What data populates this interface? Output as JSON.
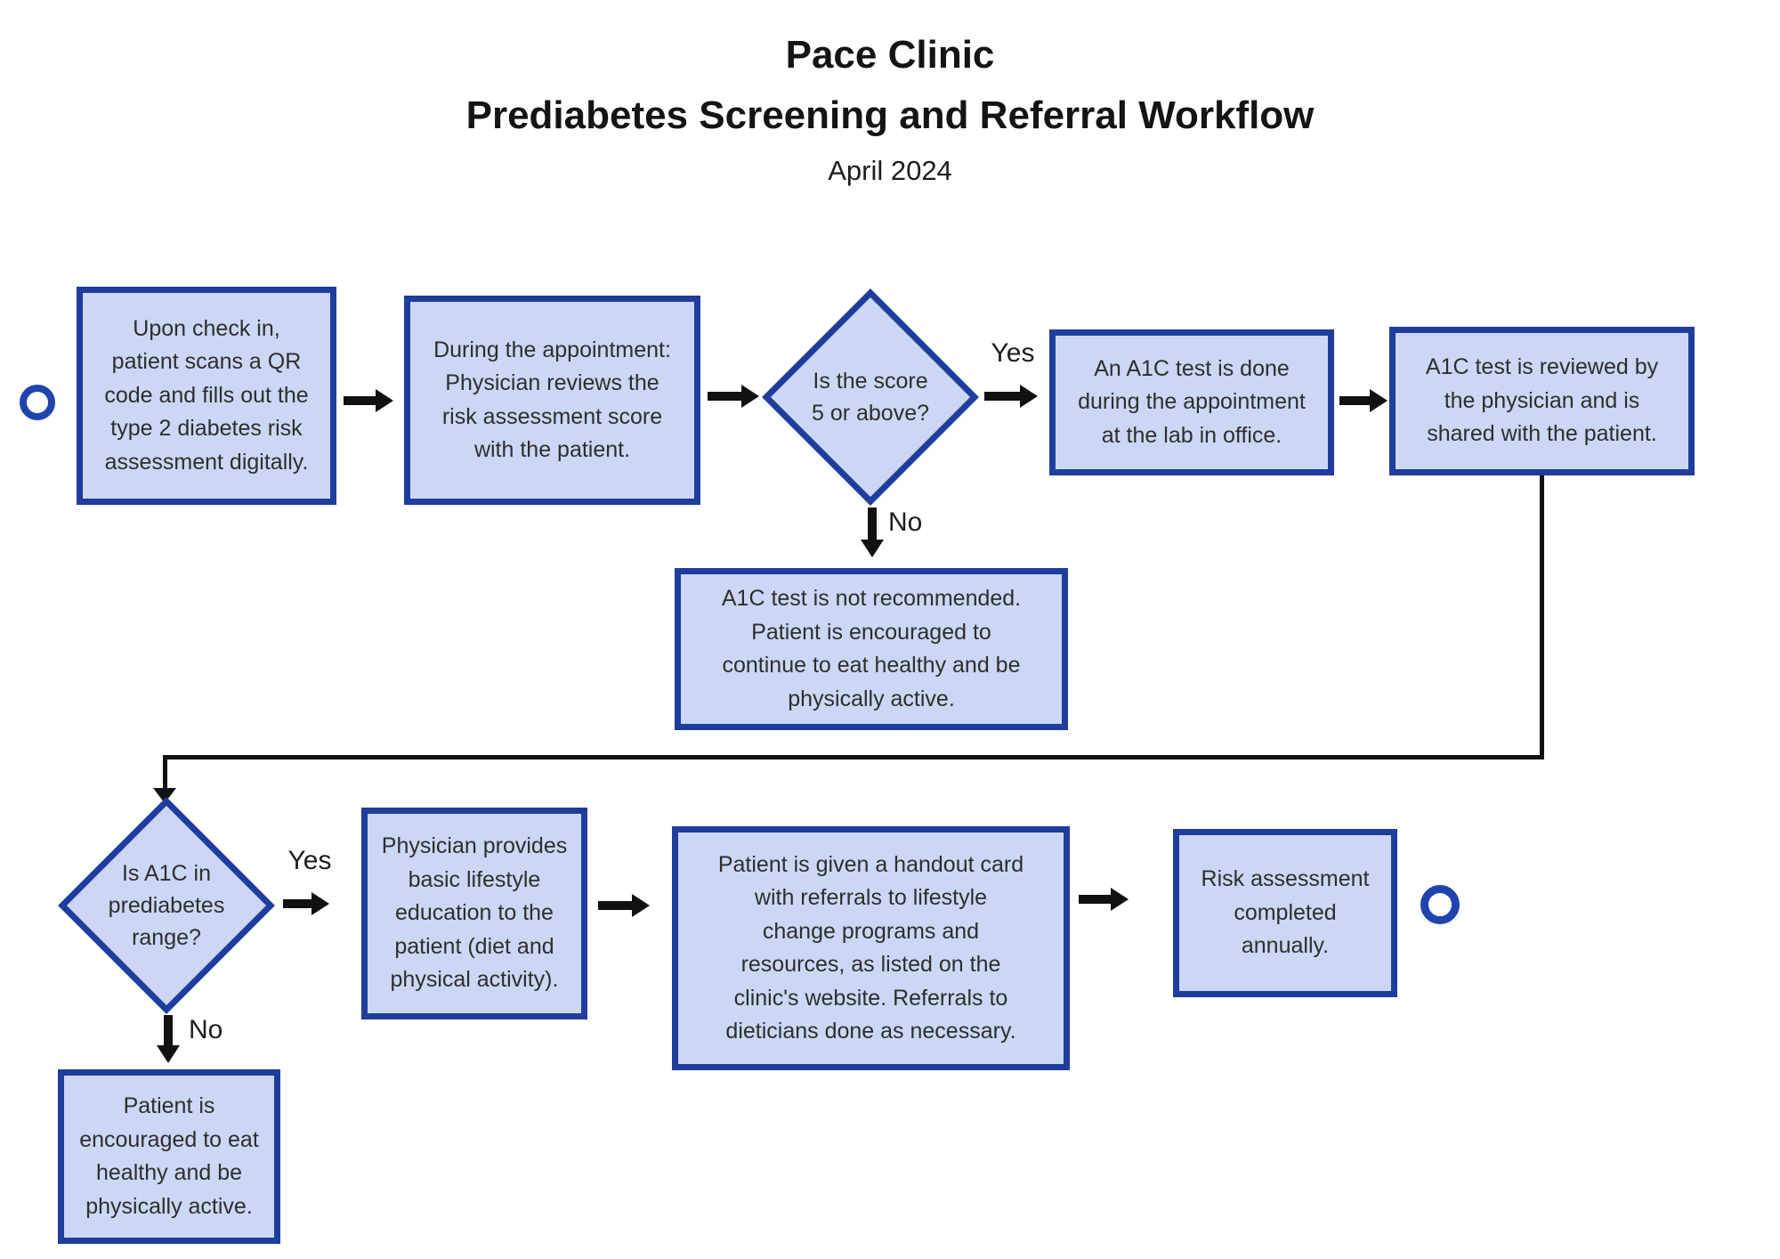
{
  "title": {
    "line1": "Pace Clinic",
    "line2": "Prediabetes Screening and Referral Workflow",
    "date": "April 2024"
  },
  "colors": {
    "node-fill": "#CBD7F5",
    "node-border": "#1F3D9C",
    "terminal": "#1F44AD",
    "arrow": "#111111"
  },
  "labels": {
    "yes": "Yes",
    "no": "No"
  },
  "nodes": {
    "checkin": {
      "lines": [
        "Upon check in,",
        "patient scans a QR",
        "code and fills out the",
        "type 2 diabetes risk",
        "assessment digitally."
      ]
    },
    "review_score": {
      "lines": [
        "During the appointment:",
        "Physician reviews the",
        "risk assessment score",
        "with the patient."
      ]
    },
    "score_decision": {
      "lines": [
        "Is the score",
        "5 or above?"
      ]
    },
    "a1c_done": {
      "lines": [
        "An A1C test is done",
        "during the appointment",
        "at the lab in office."
      ]
    },
    "a1c_reviewed": {
      "lines": [
        "A1C test is reviewed by",
        "the physician and is",
        "shared with the patient."
      ]
    },
    "a1c_not_recommended": {
      "lines": [
        "A1C test is not recommended.",
        "Patient is encouraged to",
        "continue to eat healthy and be",
        "physically active."
      ]
    },
    "a1c_range_decision": {
      "lines": [
        "Is A1C in",
        "prediabetes",
        "range?"
      ]
    },
    "lifestyle_education": {
      "lines": [
        "Physician provides",
        "basic lifestyle",
        "education to the",
        "patient (diet and",
        "physical activity)."
      ]
    },
    "handout_card": {
      "lines": [
        "Patient is given a handout card",
        "with referrals to lifestyle",
        "change programs and",
        "resources, as listed on the",
        "clinic's website. Referrals to",
        "dieticians done as necessary."
      ]
    },
    "annual_assessment": {
      "lines": [
        "Risk assessment",
        "completed",
        "annually."
      ]
    },
    "eat_healthy": {
      "lines": [
        "Patient is",
        "encouraged to eat",
        "healthy and be",
        "physically active."
      ]
    }
  }
}
